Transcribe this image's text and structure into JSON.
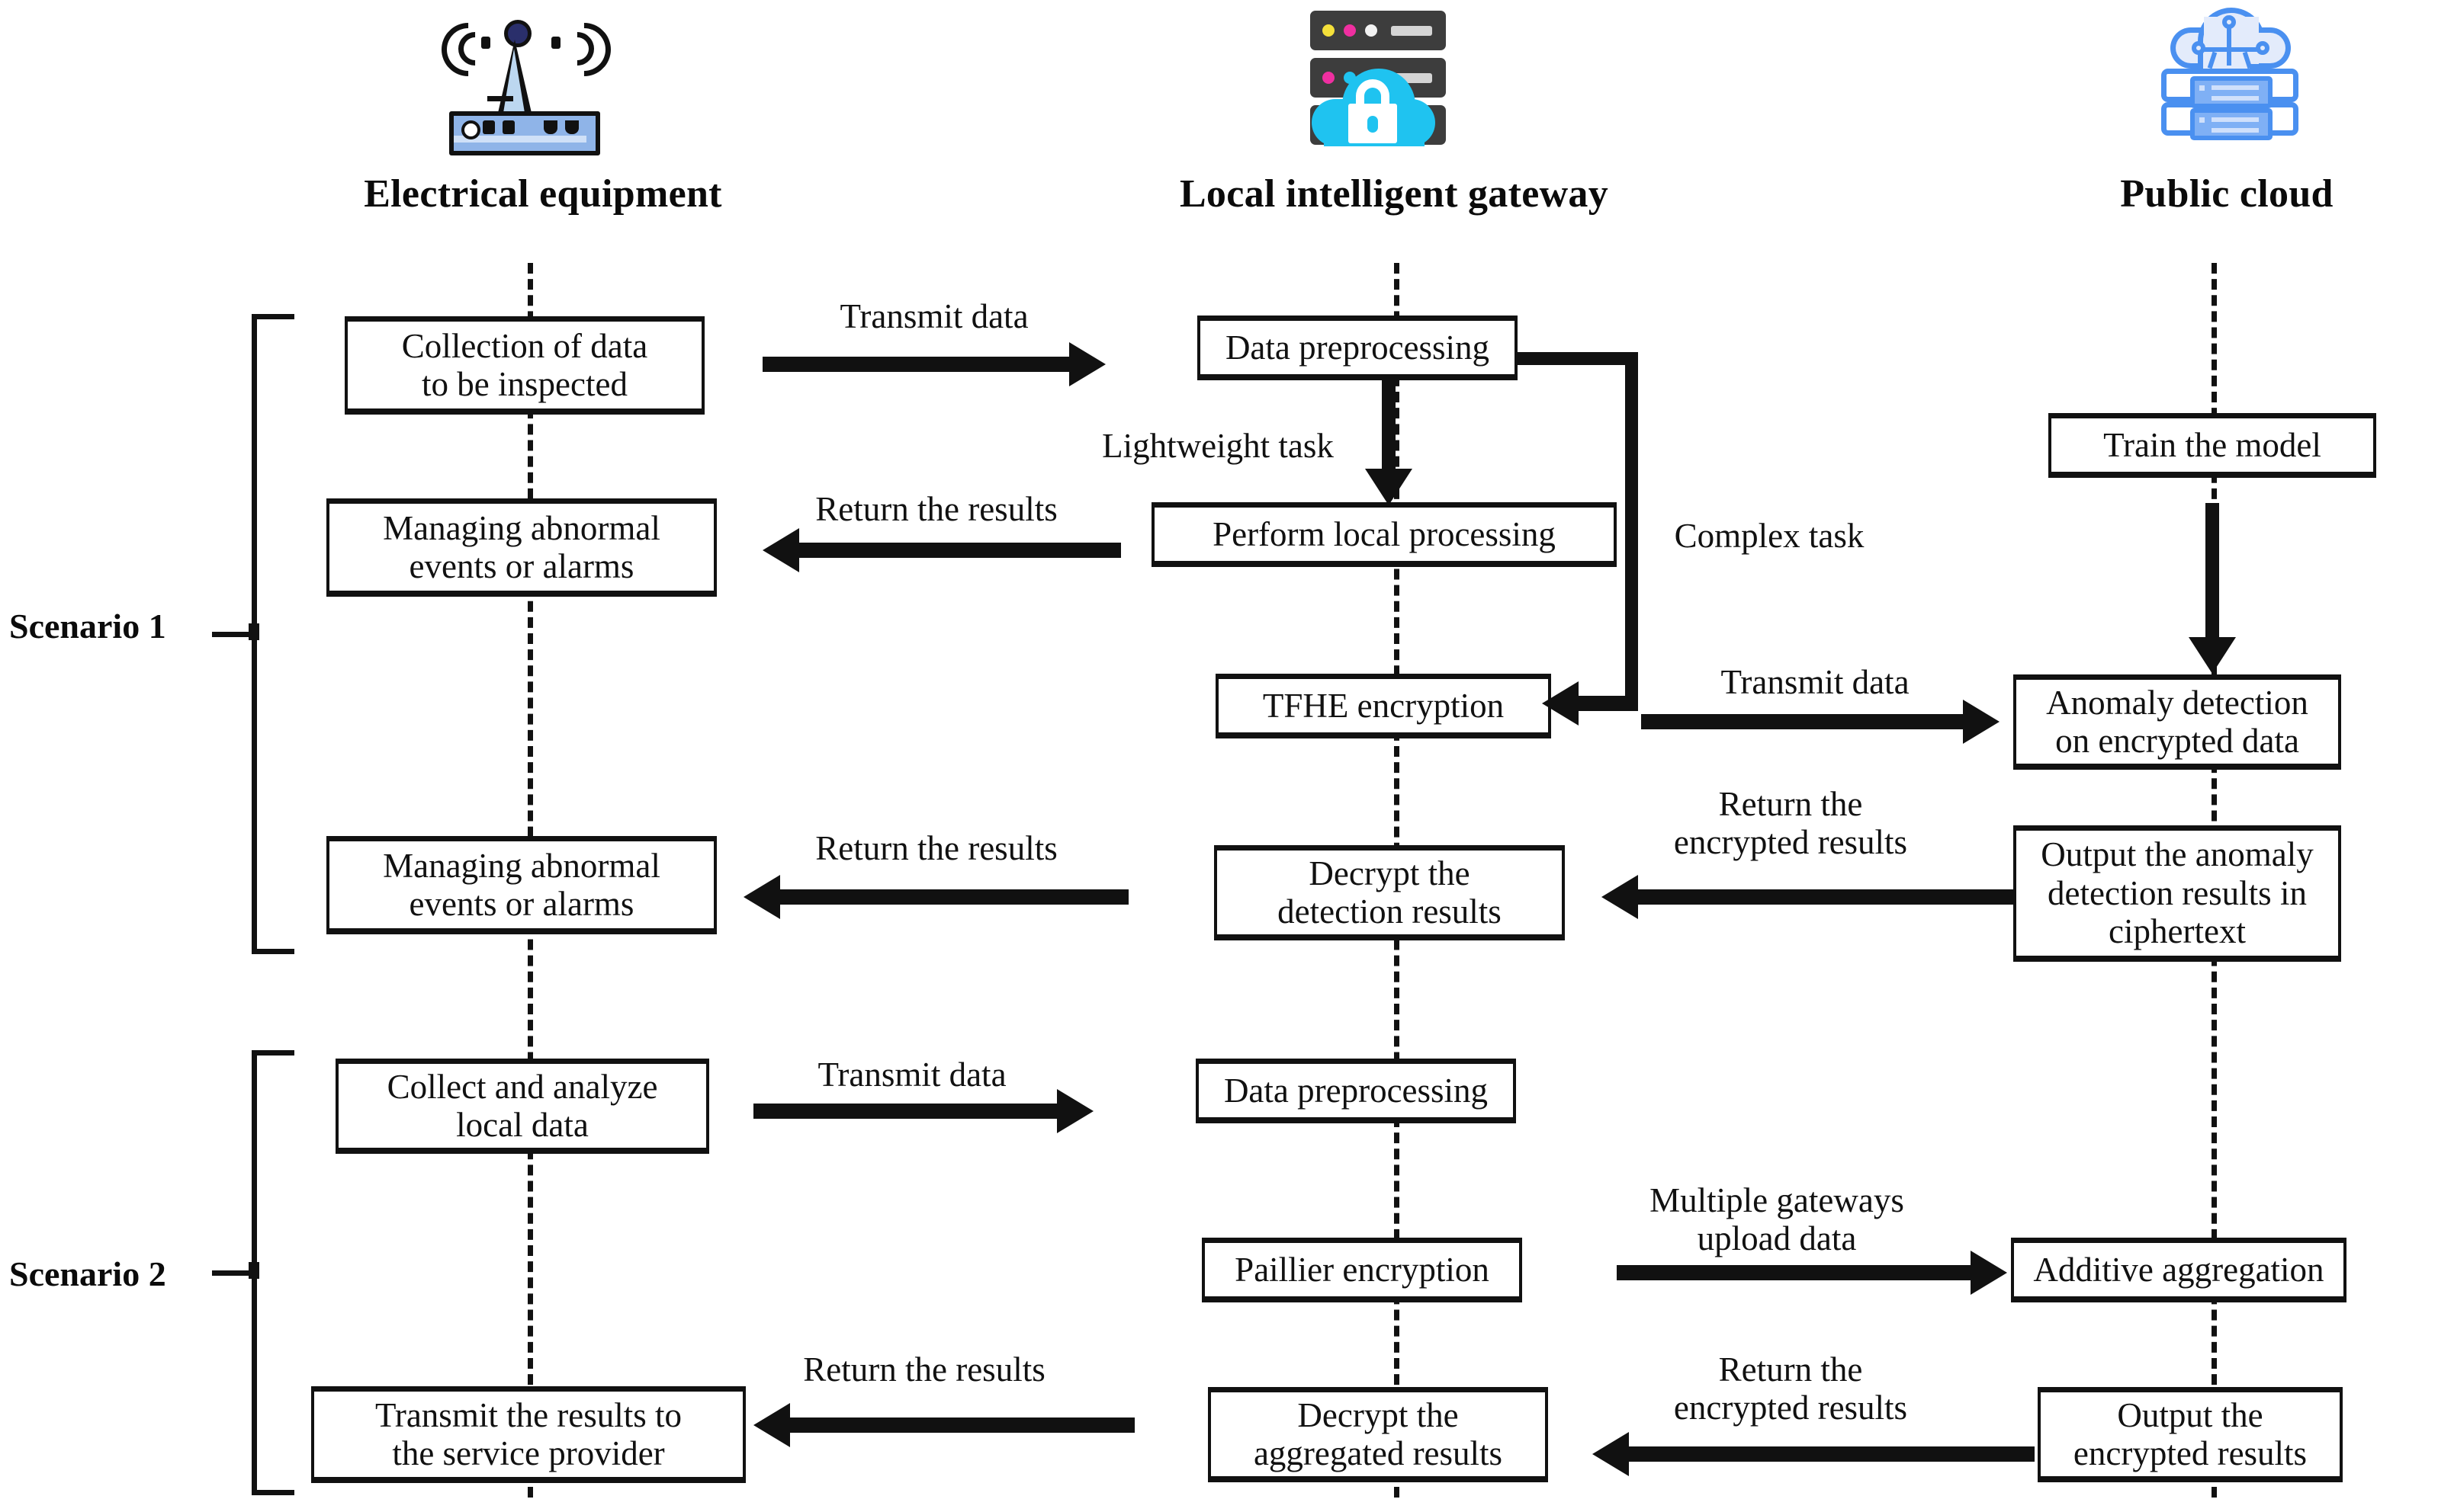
{
  "columns": [
    {
      "id": "electrical-equipment",
      "title": "Electrical equipment",
      "icon": "antenna-router-icon"
    },
    {
      "id": "local-intelligent-gateway",
      "title": "Local intelligent gateway",
      "icon": "server-cloud-lock-icon"
    },
    {
      "id": "public-cloud",
      "title": "Public cloud",
      "icon": "cloud-server-icon"
    }
  ],
  "scenarios": [
    {
      "id": "scenario-1",
      "label": "Scenario 1"
    },
    {
      "id": "scenario-2",
      "label": "Scenario 2"
    }
  ],
  "boxes": {
    "collect_inspect": {
      "line1": "Collection of data",
      "line2": "to be inspected"
    },
    "manage_alarms_1": {
      "line1": "Managing abnormal",
      "line2": "events or alarms"
    },
    "manage_alarms_2": {
      "line1": "Managing abnormal",
      "line2": "events or alarms"
    },
    "data_preprocessing_1": {
      "line1": "Data preprocessing"
    },
    "perform_local": {
      "line1": "Perform local processing"
    },
    "tfhe_encryption": {
      "line1": "TFHE encryption"
    },
    "decrypt_detection": {
      "line1": "Decrypt the",
      "line2": "detection results"
    },
    "train_model": {
      "line1": "Train the model"
    },
    "anomaly_detection": {
      "line1": "Anomaly detection",
      "line2": "on encrypted data"
    },
    "output_anomaly": {
      "line1": "Output the anomaly",
      "line2": "detection results in",
      "line3": "ciphertext"
    },
    "collect_analyze": {
      "line1": "Collect and analyze",
      "line2": "local data"
    },
    "transmit_service": {
      "line1": "Transmit the results to",
      "line2": "the service provider"
    },
    "data_preprocessing_2": {
      "line1": "Data preprocessing"
    },
    "paillier_encryption": {
      "line1": "Paillier encryption"
    },
    "decrypt_aggregated": {
      "line1": "Decrypt the",
      "line2": "aggregated results"
    },
    "additive_aggregation": {
      "line1": "Additive aggregation"
    },
    "output_encrypted": {
      "line1": "Output the",
      "line2": "encrypted results"
    }
  },
  "arrow_labels": {
    "transmit_data_1": "Transmit data",
    "return_results_1": "Return the results",
    "lightweight_task": "Lightweight task",
    "complex_task": "Complex task",
    "transmit_data_2": "Transmit data",
    "return_encrypted_1a": "Return the",
    "return_encrypted_1b": "encrypted results",
    "return_results_2": "Return the results",
    "transmit_data_3": "Transmit data",
    "multiple_gateways_a": "Multiple gateways",
    "multiple_gateways_b": "upload data",
    "return_encrypted_2a": "Return the",
    "return_encrypted_2b": "encrypted results"
  },
  "colors": {
    "stroke": "#111111",
    "background": "#ffffff",
    "antenna_fill": "#bcd7f0",
    "router_fill": "#8fb4e8",
    "server_dark": "#3d3d3d",
    "cloud_cyan": "#1fc3f0",
    "cloud_blue": "#4a90f0",
    "cloud_blue_light": "#dfe8fb",
    "led_yellow": "#f4e03a",
    "led_magenta": "#ef2fa0",
    "led_white": "#f2f2f2",
    "led_cyan": "#1fc3f0"
  }
}
